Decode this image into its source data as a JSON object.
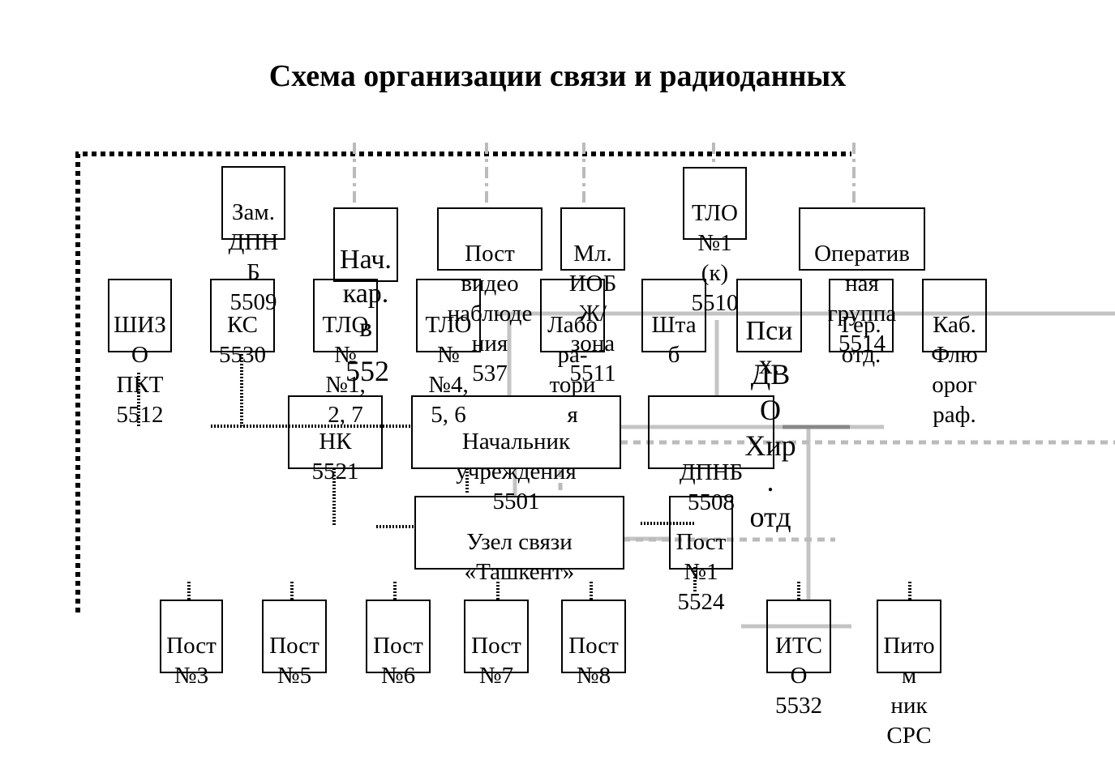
{
  "title": "Схема организации связи и радиоданных",
  "nodes": {
    "zam_dpnb": "Зам.\nДПН\nБ\n5509",
    "nach_kar": "Нач.\nкар.\nв",
    "post_video": "Пост\nвидео\nнаблюде\nния\n537",
    "ml_iob": "Мл.\nИОБ\nЖ/\nзона\n5511",
    "tlo1k": "ТЛО\n№1\n(к)\n5510",
    "operativnaya": "Оператив\nная\nгруппа\n5514",
    "shizo": "ШИЗ\nО\nПКТ\n5512",
    "ks": "КС\n5530",
    "tlo12": "ТЛО\n№\n№1,\n2, 7",
    "tlo456": "ТЛО\n№\n№4,\n5, 6",
    "laboratoriya": "Лабо\nра-\nтори\nя",
    "shtab": "Шта\nб",
    "psikh": "Пси\nх.",
    "ger_otd": "Гер.\nотд.",
    "kab_flyuorograf": "Каб.\nФлю\nорог\nраф.",
    "nk": "НК\n5521",
    "nachalnik": "Начальник\nучреждения\n5501",
    "dpnb": "ДПНБ\n5508",
    "uzel": "Узел связи\n«Ташкент»",
    "post1": "Пост\n№1\n5524",
    "post3": "Пост\n№3",
    "post5": "Пост\n№5",
    "post6": "Пост\n№6",
    "post7": "Пост\n№7",
    "post8": "Пост\n№8",
    "itso": "ИТС\nО\n5532",
    "pitomnik": "Пито\nм\nник\nСРС"
  },
  "free_text": {
    "n552": "552",
    "dvo_khir": "ДВ\nО\nХир\n.\nотд"
  }
}
